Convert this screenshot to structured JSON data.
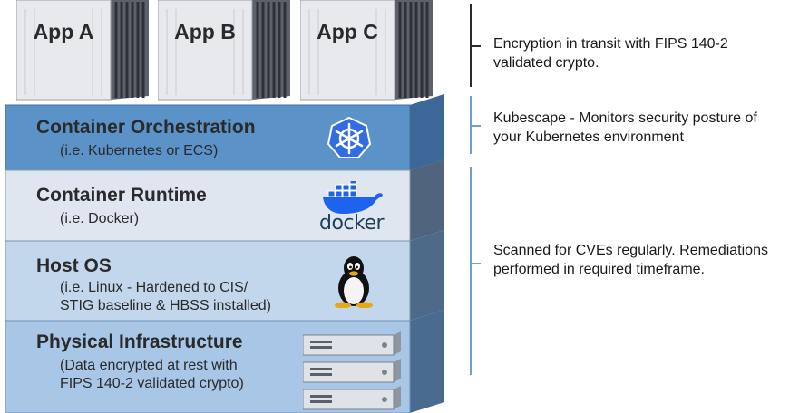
{
  "apps": [
    {
      "label": "App A"
    },
    {
      "label": "App B"
    },
    {
      "label": "App C"
    }
  ],
  "layers": {
    "orchestration": {
      "title": "Container Orchestration",
      "subtitle": "(i.e. Kubernetes or ECS)",
      "color": "#5b93c9"
    },
    "runtime": {
      "title": "Container Runtime",
      "subtitle": "(i.e. Docker)",
      "color": "#dfe6ef"
    },
    "hostos": {
      "title": "Host OS",
      "subtitle_lines": [
        "(i.e. Linux - Hardened to CIS/",
        "STIG baseline & HBSS installed)"
      ],
      "color": "#c3d7ec"
    },
    "physical": {
      "title": "Physical Infrastructure",
      "subtitle_lines": [
        "(Data encrypted at rest with",
        "FIPS 140-2 validated crypto)"
      ],
      "color": "#a8c6e6"
    }
  },
  "icons": {
    "kubernetes": "kubernetes-icon",
    "docker": "docker-icon",
    "docker_wordmark": "docker",
    "linux": "linux-tux-icon",
    "servers": "server-rack-icon"
  },
  "notes": {
    "transit": [
      "Encryption in transit with FIPS 140-2",
      "validated crypto."
    ],
    "kubescape": [
      "Kubescape - Monitors security posture of",
      "your Kubernetes environment"
    ],
    "cves": [
      "Scanned for CVEs regularly. Remediations",
      "performed in required timeframe."
    ]
  },
  "colors": {
    "bracket_dark": "#2b2b2b",
    "bracket_light": "#6f9fd1",
    "kubernetes_blue": "#326ce5",
    "docker_blue": "#1d63ed"
  }
}
